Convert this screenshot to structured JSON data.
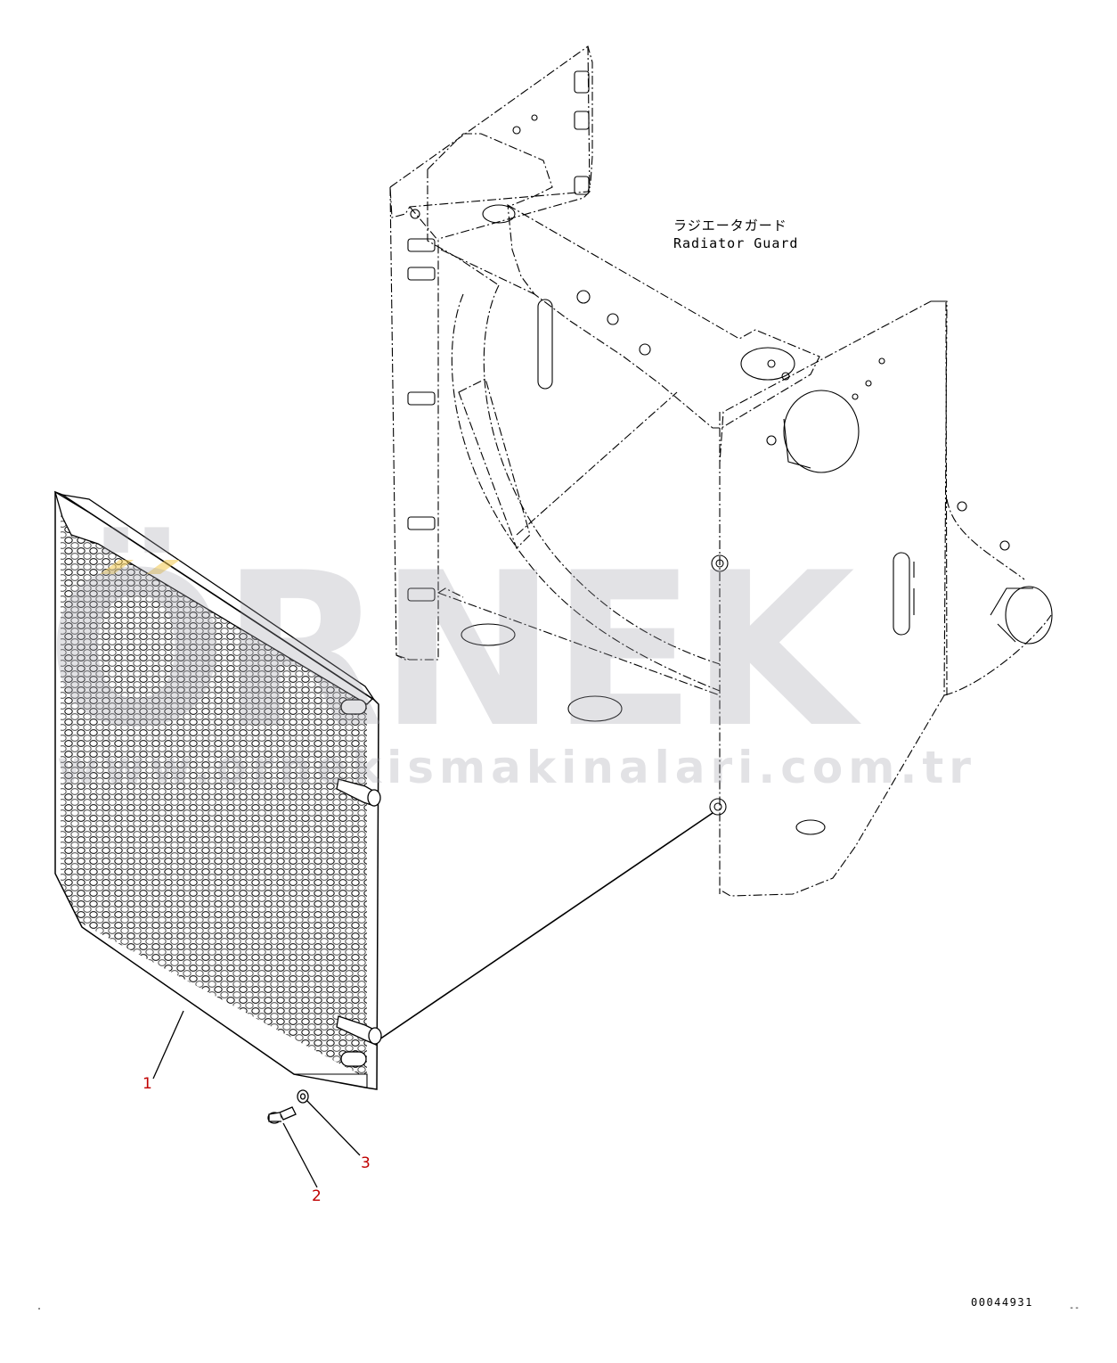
{
  "title": {
    "japanese": "ラジエータガード",
    "english": "Radiator Guard"
  },
  "callouts": [
    "1",
    "2",
    "3"
  ],
  "drawing_number": "00044931",
  "corner_mark": "--",
  "watermark": {
    "brand": "ÖRNEK",
    "url": "www.ornekismakinalari.com.tr",
    "accent_color": "#f2c94c",
    "text_color": "#a0a0aa"
  },
  "colors": {
    "line": "#000000",
    "callout": "#c00000",
    "background": "#ffffff"
  }
}
